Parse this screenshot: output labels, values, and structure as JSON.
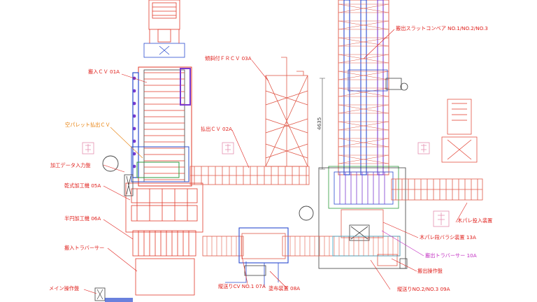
{
  "colors": {
    "frame": "#e23a2a",
    "conveyor": "#e05a4a",
    "blue": "#2b4ccf",
    "purple": "#7a3bd0",
    "magenta": "#d12ed1",
    "green": "#2c9b3c",
    "cyan": "#2fa8c8",
    "dark": "#404040",
    "label": "#e0201c",
    "orange": "#e8820e",
    "pink": "#e58fb0"
  },
  "labels": {
    "carry_in_cv": "搬入ＣＶ 01A",
    "empty_pallet_cv": "空パレット払出ＣＶ",
    "process_data_panel": "加工データ入力盤",
    "dry_processor": "乾式加工機 05A",
    "semi_circle_processor": "半円加工機 06A",
    "carry_in_traverser": "搬入トラバーサー",
    "main_panel": "メイン操作盤",
    "tilt_frcv": "傾斜付ＦＲＣＶ 03A",
    "discharge_cv": "払出ＣＶ 02A",
    "dimension": "4635",
    "longitudinal_cv": "縦送りCV NO.1 07A",
    "coating_device": "塗布装置 08A",
    "longitudinal_no23": "縦送りNO.2/NO.3 09A",
    "discharge_panel": "搬出操作盤",
    "discharge_traverser": "搬出トラバーサー 10A",
    "wood_pallet_scatter": "木パレ段バラシ装置 13A",
    "wood_pallet_input": "木パレ投入装置",
    "slat_conveyor": "搬出スラットコンベア NO.1/NO.2/NO.3"
  }
}
